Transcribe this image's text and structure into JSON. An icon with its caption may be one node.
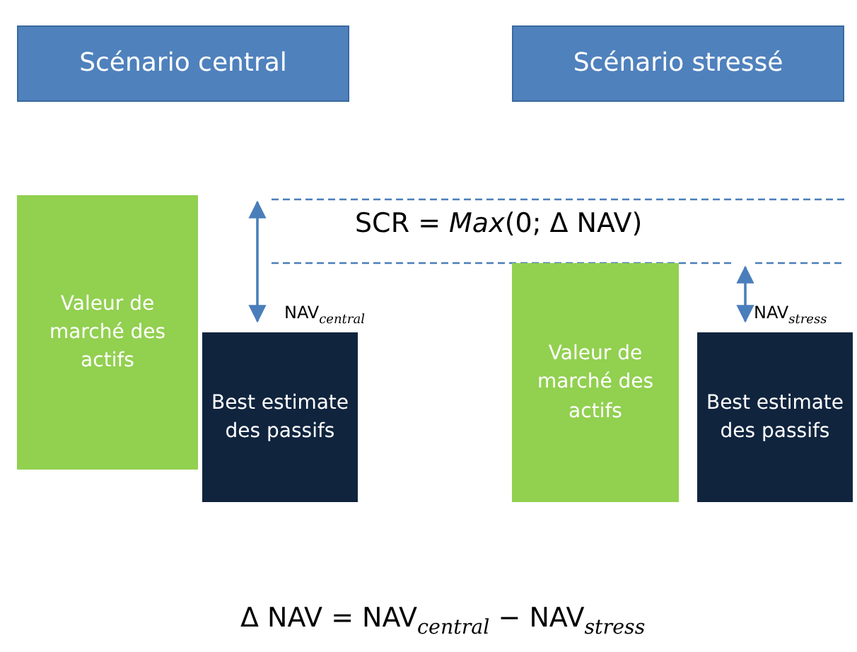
{
  "diagram": {
    "nodes": [
      {
        "text": [
          "Scénario central"
        ]
      },
      {
        "text": [
          "Scénario stressé"
        ]
      },
      {
        "text": [
          "Valeur de marché des actifs"
        ]
      },
      {
        "text": [
          "Best estimate des passifs"
        ]
      },
      {
        "text": [
          "Valeur de marché des actifs"
        ]
      },
      {
        "text": [
          "Best estimate des passifs"
        ]
      }
    ],
    "labels": [
      "SCR = *Max*(0; Δ NAV)",
      "NAV$_{central}$",
      "NAV$_{stress}$",
      "Δ NAV = NAV$_{central}$ − NAV$_{stress}$"
    ]
  }
}
